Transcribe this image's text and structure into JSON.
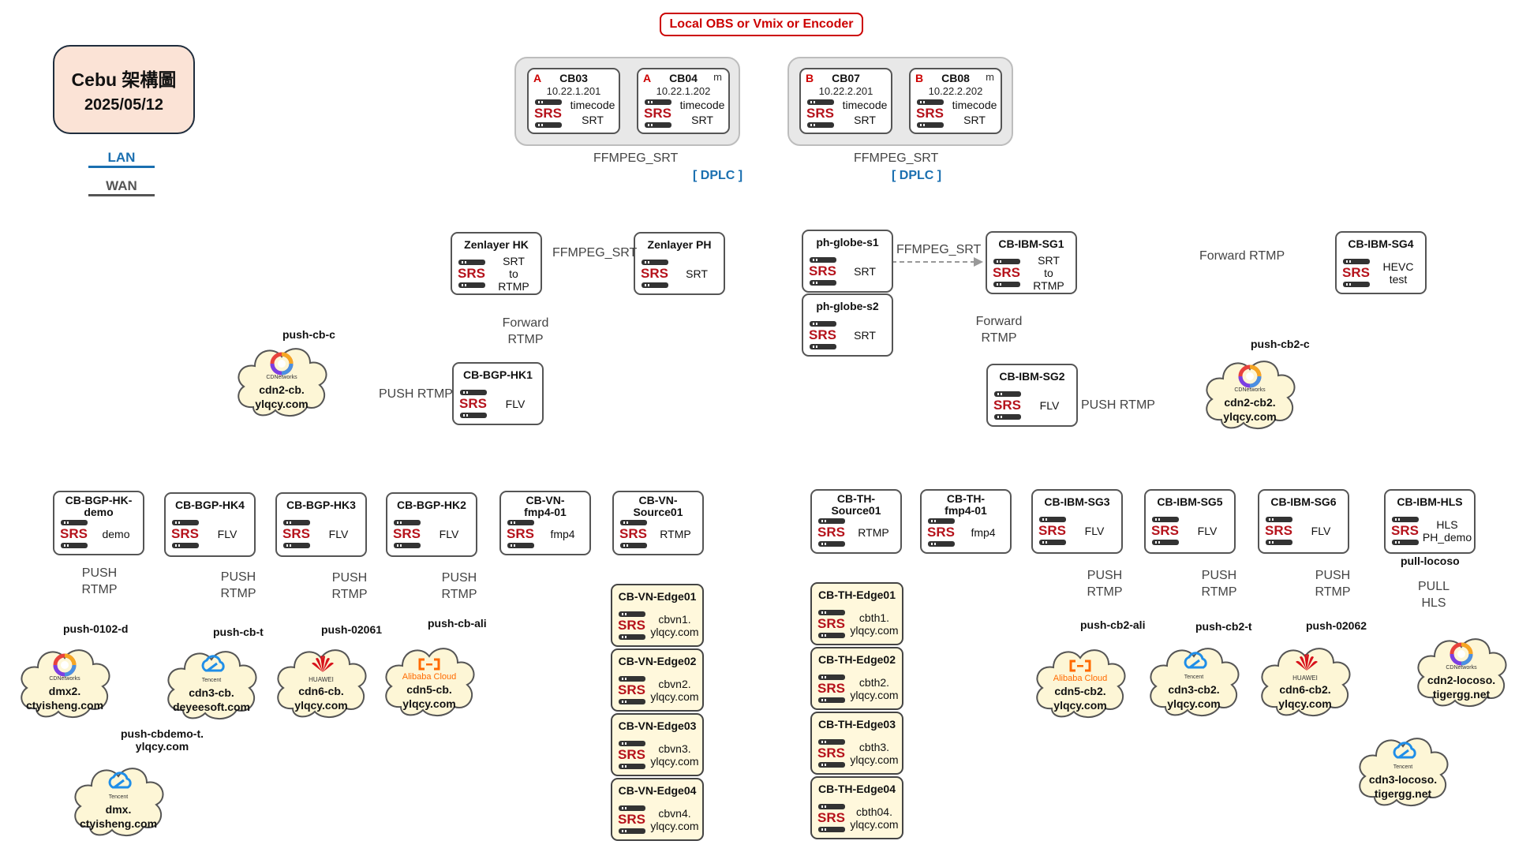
{
  "title": {
    "line1": "Cebu 架構圖",
    "line2": "2025/05/12"
  },
  "legend": {
    "lan": "LAN",
    "wan": "WAN"
  },
  "top_label": "Local  OBS or Vmix or Encoder",
  "groups": {
    "a": {
      "edge_label": "FFMPEG_SRT",
      "dplc": "[ DPLC ]"
    },
    "b": {
      "edge_label": "FFMPEG_SRT",
      "dplc": "[ DPLC ]"
    }
  },
  "encoders": [
    {
      "letter": "A",
      "name": "CB03",
      "ip": "10.22.1.201",
      "flag": "",
      "t1": "timecode",
      "t2": "SRT"
    },
    {
      "letter": "A",
      "name": "CB04",
      "ip": "10.22.1.202",
      "flag": "m",
      "t1": "timecode",
      "t2": "SRT"
    },
    {
      "letter": "B",
      "name": "CB07",
      "ip": "10.22.2.201",
      "flag": "",
      "t1": "timecode",
      "t2": "SRT"
    },
    {
      "letter": "B",
      "name": "CB08",
      "ip": "10.22.2.202",
      "flag": "m",
      "t1": "timecode",
      "t2": "SRT"
    }
  ],
  "srs_label": "SRS",
  "nodes": {
    "zenlayer_hk": {
      "title": "Zenlayer HK",
      "text": "SRT\nto\nRTMP"
    },
    "zenlayer_ph": {
      "title": "Zenlayer PH",
      "text": "SRT"
    },
    "ph_globe_s1": {
      "title": "ph-globe-s1",
      "text": "SRT"
    },
    "ph_globe_s2": {
      "title": "ph-globe-s2",
      "text": "SRT"
    },
    "cb_ibm_sg1": {
      "title": "CB-IBM-SG1",
      "text": "SRT\nto\nRTMP"
    },
    "cb_ibm_sg4": {
      "title": "CB-IBM-SG4",
      "text": "HEVC\ntest"
    },
    "cb_bgp_hk1": {
      "title": "CB-BGP-HK1",
      "text": "FLV"
    },
    "cb_ibm_sg2": {
      "title": "CB-IBM-SG2",
      "text": "FLV"
    },
    "cb_bgp_hk_demo": {
      "title": "CB-BGP-HK-\ndemo",
      "text": "demo"
    },
    "cb_bgp_hk4": {
      "title": "CB-BGP-HK4",
      "text": "FLV"
    },
    "cb_bgp_hk3": {
      "title": "CB-BGP-HK3",
      "text": "FLV"
    },
    "cb_bgp_hk2": {
      "title": "CB-BGP-HK2",
      "text": "FLV"
    },
    "cb_vn_fmp4": {
      "title": "CB-VN-\nfmp4-01",
      "text": "fmp4"
    },
    "cb_vn_source": {
      "title": "CB-VN-\nSource01",
      "text": "RTMP"
    },
    "cb_th_source": {
      "title": "CB-TH-\nSource01",
      "text": "RTMP"
    },
    "cb_th_fmp4": {
      "title": "CB-TH-\nfmp4-01",
      "text": "fmp4"
    },
    "cb_ibm_sg3": {
      "title": "CB-IBM-SG3",
      "text": "FLV"
    },
    "cb_ibm_sg5": {
      "title": "CB-IBM-SG5",
      "text": "FLV"
    },
    "cb_ibm_sg6": {
      "title": "CB-IBM-SG6",
      "text": "FLV"
    },
    "cb_ibm_hls": {
      "title": "CB-IBM-HLS",
      "text": "HLS\nPH_demo"
    }
  },
  "edges_vn": [
    {
      "title": "CB-VN-Edge01",
      "text": "cbvn1.\nylqcy.com"
    },
    {
      "title": "CB-VN-Edge02",
      "text": "cbvn2.\nylqcy.com"
    },
    {
      "title": "CB-VN-Edge03",
      "text": "cbvn3.\nylqcy.com"
    },
    {
      "title": "CB-VN-Edge04",
      "text": "cbvn4.\nylqcy.com"
    }
  ],
  "edges_th": [
    {
      "title": "CB-TH-Edge01",
      "text": "cbth1.\nylqcy.com"
    },
    {
      "title": "CB-TH-Edge02",
      "text": "cbth2.\nylqcy.com"
    },
    {
      "title": "CB-TH-Edge03",
      "text": "cbth3.\nylqcy.com"
    },
    {
      "title": "CB-TH-Edge04",
      "text": "cbth04.\nylqcy.com"
    }
  ],
  "labels": {
    "ffmpeg_srt_hk": "FFMPEG_SRT",
    "ffmpeg_srt_ph": "FFMPEG_SRT",
    "forward_hk": "Forward\nRTMP",
    "forward_sg": "Forward\nRTMP",
    "forward_sg4": "Forward  RTMP",
    "push_rtmp_hk1": "PUSH RTMP",
    "push_rtmp_sg2": "PUSH RTMP",
    "push_demo": "PUSH\nRTMP",
    "push_hk4": "PUSH\nRTMP",
    "push_hk3": "PUSH\nRTMP",
    "push_hk2": "PUSH\nRTMP",
    "push_sg3": "PUSH\nRTMP",
    "push_sg5": "PUSH\nRTMP",
    "push_sg6": "PUSH\nRTMP",
    "pull_hls": "PULL\nHLS",
    "pull_locoso": "pull-locoso"
  },
  "clouds": {
    "push_cb_c": {
      "name": "push-cb-c",
      "text": "cdn2-cb.\nylqcy.com",
      "provider": "CDNetworks",
      "icon": "cdnetworks-logo"
    },
    "push_cb2_c": {
      "name": "push-cb2-c",
      "text": "cdn2-cb2.\nylqcy.com",
      "provider": "CDNetworks",
      "icon": "cdnetworks-logo"
    },
    "push_0102_d": {
      "name": "push-0102-d",
      "text": "dmx2.\nctyisheng.com",
      "provider": "CDNetworks",
      "icon": "cdnetworks-logo"
    },
    "push_cb_t": {
      "name": "push-cb-t",
      "text": "cdn3-cb.\ndeyeesoft.com",
      "provider": "Tencent",
      "icon": "tencent-cloud-logo"
    },
    "push_02061": {
      "name": "push-02061",
      "text": "cdn6-cb.\nylqcy.com",
      "provider": "HUAWEI",
      "icon": "huawei-logo"
    },
    "push_cb_ali": {
      "name": "push-cb-ali",
      "text": "cdn5-cb.\nylqcy.com",
      "provider": "Alibaba Cloud",
      "icon": "alibaba-cloud-logo"
    },
    "push_cbdemo_t": {
      "name": "push-cbdemo-t.\nylqcy.com",
      "text": "dmx.\nctyisheng.com",
      "provider": "Tencent",
      "icon": "tencent-cloud-logo"
    },
    "push_cb2_ali": {
      "name": "push-cb2-ali",
      "text": "cdn5-cb2.\nylqcy.com",
      "provider": "Alibaba Cloud",
      "icon": "alibaba-cloud-logo"
    },
    "push_cb2_t": {
      "name": "push-cb2-t",
      "text": "cdn3-cb2.\nylqcy.com",
      "provider": "Tencent",
      "icon": "tencent-cloud-logo"
    },
    "push_02062": {
      "name": "push-02062",
      "text": "cdn6-cb2.\nylqcy.com",
      "provider": "HUAWEI",
      "icon": "huawei-logo"
    },
    "locoso_cdn2": {
      "name": "",
      "text": "cdn2-locoso.\ntigergg.net",
      "provider": "CDNetworks",
      "icon": "cdnetworks-logo"
    },
    "locoso_cdn3": {
      "name": "",
      "text": "cdn3-locoso.\ntigergg.net",
      "provider": "Tencent",
      "icon": "tencent-cloud-logo"
    }
  },
  "colors": {
    "srs_red": "#b5121b",
    "letter_red": "#cc0000",
    "dplc_blue": "#1a6fb0",
    "title_bg": "#fbe3d6",
    "cloud_fill": "#fdf6d6",
    "edge_fill": "#fff8dc"
  }
}
